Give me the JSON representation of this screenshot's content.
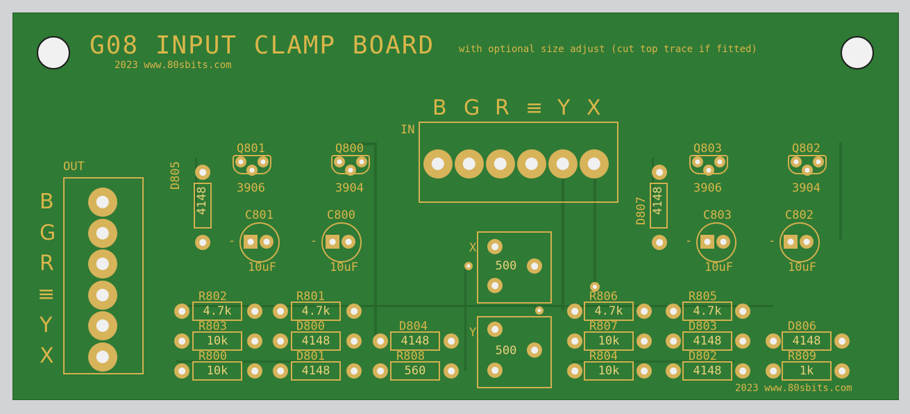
{
  "title": "G08 INPUT CLAMP BOARD",
  "subtitle": "with optional size adjust (cut top trace if fitted)",
  "credit_top": "2023 www.80sbits.com",
  "credit_bottom": "2023 www.80sbits.com",
  "connectors": {
    "in": {
      "label": "IN",
      "pins": [
        "B",
        "G",
        "R",
        "≡",
        "Y",
        "X"
      ]
    },
    "out": {
      "label": "OUT",
      "pins": [
        "B",
        "G",
        "R",
        "≡",
        "Y",
        "X"
      ]
    }
  },
  "transistors": [
    {
      "ref": "Q801",
      "part": "3906"
    },
    {
      "ref": "Q800",
      "part": "3904"
    },
    {
      "ref": "Q803",
      "part": "3906"
    },
    {
      "ref": "Q802",
      "part": "3904"
    }
  ],
  "capacitors": [
    {
      "ref": "C801",
      "value": "10uF",
      "minus": "-"
    },
    {
      "ref": "C800",
      "value": "10uF",
      "minus": "-"
    },
    {
      "ref": "C803",
      "value": "10uF",
      "minus": "-"
    },
    {
      "ref": "C802",
      "value": "10uF",
      "minus": "-"
    }
  ],
  "vertical_diodes": [
    {
      "ref": "D805",
      "value": "4148"
    },
    {
      "ref": "D807",
      "value": "4148"
    }
  ],
  "pots": [
    {
      "letter": "X",
      "value": "500"
    },
    {
      "letter": "Y",
      "value": "500"
    }
  ],
  "resistors": {
    "R802": "4.7k",
    "R801": "4.7k",
    "R806": "4.7k",
    "R805": "4.7k",
    "R803": "10k",
    "R807": "10k",
    "R800": "10k",
    "R804": "10k",
    "R808": "560",
    "R809": "1k"
  },
  "diodes": {
    "D800": "4148",
    "D801": "4148",
    "D804": "4148",
    "D803": "4148",
    "D802": "4148",
    "D806": "4148"
  },
  "colors": {
    "board": "#2f7a35",
    "silkscreen": "#d9b64a",
    "trace": "#27692c",
    "background": "#d2d3d4"
  }
}
